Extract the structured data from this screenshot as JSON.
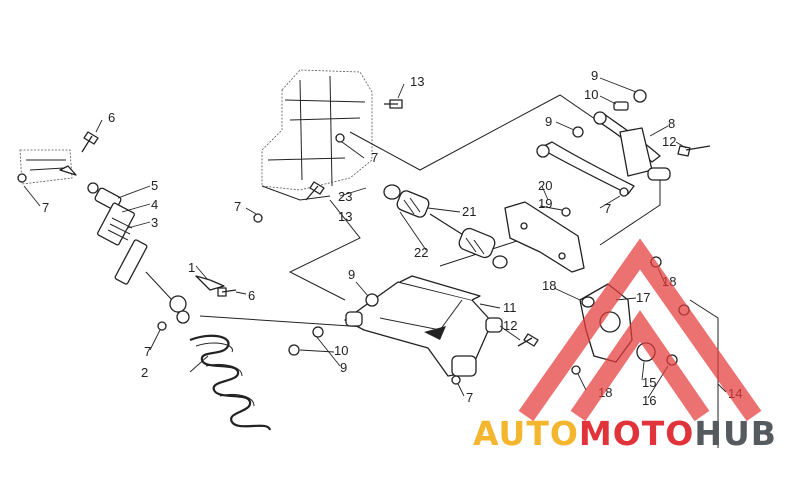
{
  "diagram": {
    "callouts": [
      {
        "id": "c1",
        "text": "1"
      },
      {
        "id": "c2",
        "text": "2"
      },
      {
        "id": "c3",
        "text": "3"
      },
      {
        "id": "c4",
        "text": "4"
      },
      {
        "id": "c5",
        "text": "5"
      },
      {
        "id": "c6a",
        "text": "6"
      },
      {
        "id": "c6b",
        "text": "6"
      },
      {
        "id": "c7a",
        "text": "7"
      },
      {
        "id": "c7b",
        "text": "7"
      },
      {
        "id": "c7c",
        "text": "7"
      },
      {
        "id": "c7d",
        "text": "7"
      },
      {
        "id": "c7e",
        "text": "7"
      },
      {
        "id": "c7f",
        "text": "7"
      },
      {
        "id": "c8",
        "text": "8"
      },
      {
        "id": "c9a",
        "text": "9"
      },
      {
        "id": "c9b",
        "text": "9"
      },
      {
        "id": "c9c",
        "text": "9"
      },
      {
        "id": "c9d",
        "text": "9"
      },
      {
        "id": "c10a",
        "text": "10"
      },
      {
        "id": "c10b",
        "text": "10"
      },
      {
        "id": "c11",
        "text": "11"
      },
      {
        "id": "c12a",
        "text": "12"
      },
      {
        "id": "c12b",
        "text": "12"
      },
      {
        "id": "c13a",
        "text": "13"
      },
      {
        "id": "c13b",
        "text": "13"
      },
      {
        "id": "c14",
        "text": "14"
      },
      {
        "id": "c15",
        "text": "15"
      },
      {
        "id": "c16",
        "text": "16"
      },
      {
        "id": "c17",
        "text": "17"
      },
      {
        "id": "c18a",
        "text": "18"
      },
      {
        "id": "c18b",
        "text": "18"
      },
      {
        "id": "c18c",
        "text": "18"
      },
      {
        "id": "c19",
        "text": "19"
      },
      {
        "id": "c20",
        "text": "20"
      },
      {
        "id": "c21",
        "text": "21"
      },
      {
        "id": "c22",
        "text": "22"
      },
      {
        "id": "c23",
        "text": "23"
      }
    ]
  },
  "watermark": {
    "part1": "AUTO",
    "part2": "MOTO",
    "part3": "HUB",
    "colors": {
      "auto": "#f4b52f",
      "moto": "#e1343a",
      "hub": "#555a5f",
      "triangle": "#e43b3b"
    }
  }
}
